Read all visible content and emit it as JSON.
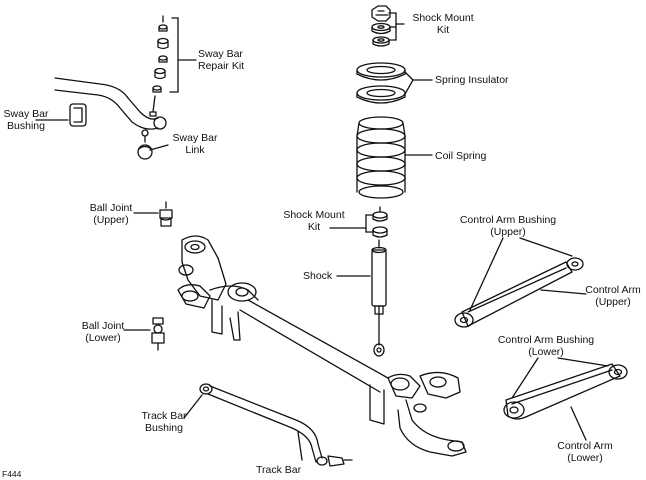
{
  "figure_id": "F444",
  "labels": {
    "shock_mount_kit_top": [
      "Shock Mount",
      "Kit"
    ],
    "spring_insulator": [
      "Spring Insulator"
    ],
    "coil_spring": [
      "Coil Spring"
    ],
    "sway_bar_repair_kit": [
      "Sway Bar",
      "Repair Kit"
    ],
    "sway_bar_bushing": [
      "Sway Bar",
      "Bushing"
    ],
    "sway_bar_link": [
      "Sway Bar",
      "Link"
    ],
    "ball_joint_upper": [
      "Ball Joint",
      "(Upper)"
    ],
    "shock_mount_kit_lower": [
      "Shock Mount",
      "Kit"
    ],
    "shock": [
      "Shock"
    ],
    "control_arm_bushing_upper": [
      "Control Arm Bushing",
      "(Upper)"
    ],
    "control_arm_upper": [
      "Control Arm",
      "(Upper)"
    ],
    "ball_joint_lower": [
      "Ball Joint",
      "(Lower)"
    ],
    "control_arm_bushing_lower": [
      "Control Arm Bushing",
      "(Lower)"
    ],
    "control_arm_lower": [
      "Control Arm",
      "(Lower)"
    ],
    "track_bar_bushing": [
      "Track Bar",
      "Bushing"
    ],
    "track_bar": [
      "Track Bar"
    ]
  }
}
